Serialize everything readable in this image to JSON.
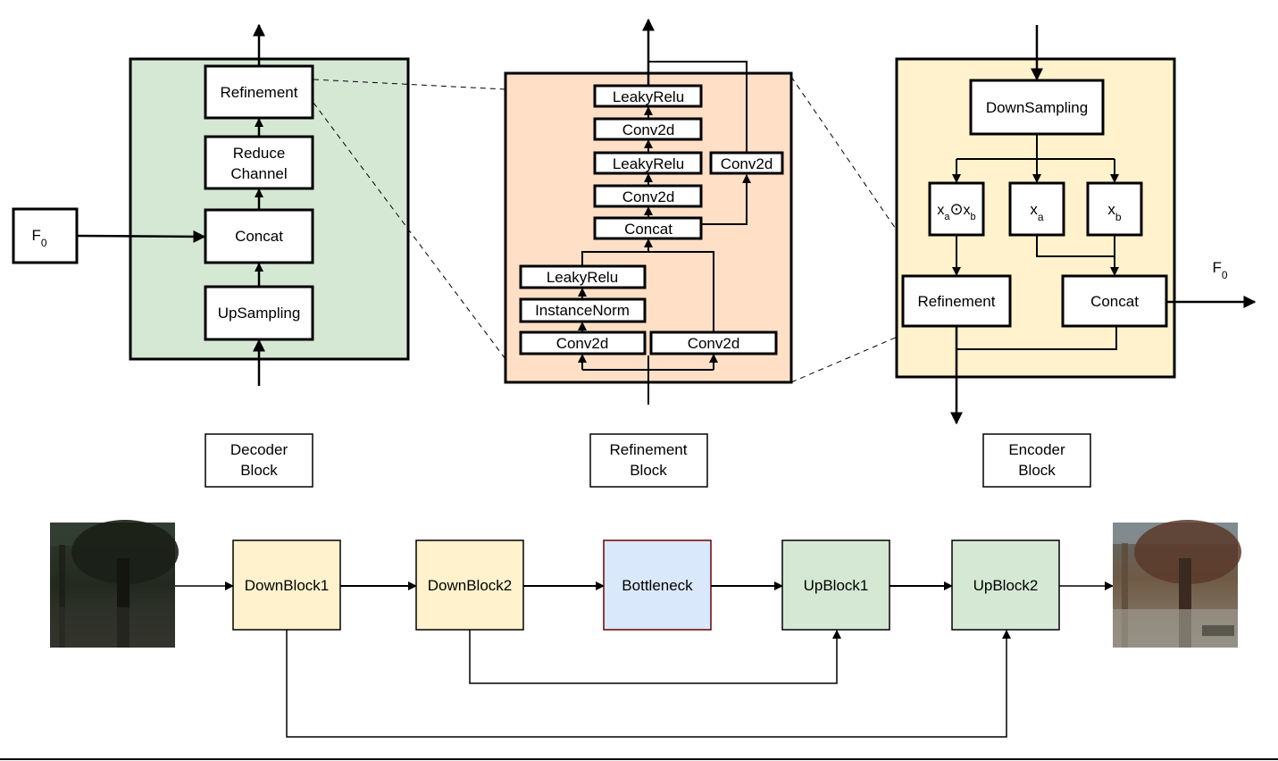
{
  "colors": {
    "decoder_bg": "#d5e8d4",
    "refine_bg": "#ffe0c7",
    "encoder_bg": "#fff2cc",
    "down_block_fill": "#fff2cc",
    "bottleneck_fill": "#dae8fc",
    "bottleneck_border": "#6c0000",
    "up_block_fill": "#d5e8d4"
  },
  "decoder": {
    "input_label": "F",
    "input_sub": "0",
    "nodes": {
      "refinement": "Refinement",
      "reduce_line1": "Reduce",
      "reduce_line2": "Channel",
      "concat": "Concat",
      "upsampling": "UpSampling"
    },
    "caption_line1": "Decoder",
    "caption_line2": "Block"
  },
  "refinement": {
    "nodes": {
      "leaky_top": "LeakyRelu",
      "conv_a": "Conv2d",
      "leaky_mid": "LeakyRelu",
      "conv_side": "Conv2d",
      "conv_b": "Conv2d",
      "concat": "Concat",
      "leaky_low": "LeakyRelu",
      "instance_norm": "InstanceNorm",
      "conv_left": "Conv2d",
      "conv_right": "Conv2d"
    },
    "caption_line1": "Refinement",
    "caption_line2": "Block"
  },
  "encoder": {
    "nodes": {
      "downsampling": "DownSampling",
      "xa": "x",
      "xa_sub": "a",
      "xb": "x",
      "xb_sub": "b",
      "prod_op": "⊙",
      "refinement": "Refinement",
      "concat": "Concat"
    },
    "output_label": "F",
    "output_sub": "0",
    "caption_line1": "Encoder",
    "caption_line2": "Block"
  },
  "pipeline": {
    "blocks": [
      "DownBlock1",
      "DownBlock2",
      "Bottleneck",
      "UpBlock1",
      "UpBlock2"
    ],
    "input_image": "dark-tree-photo",
    "output_image": "enhanced-tree-photo"
  }
}
